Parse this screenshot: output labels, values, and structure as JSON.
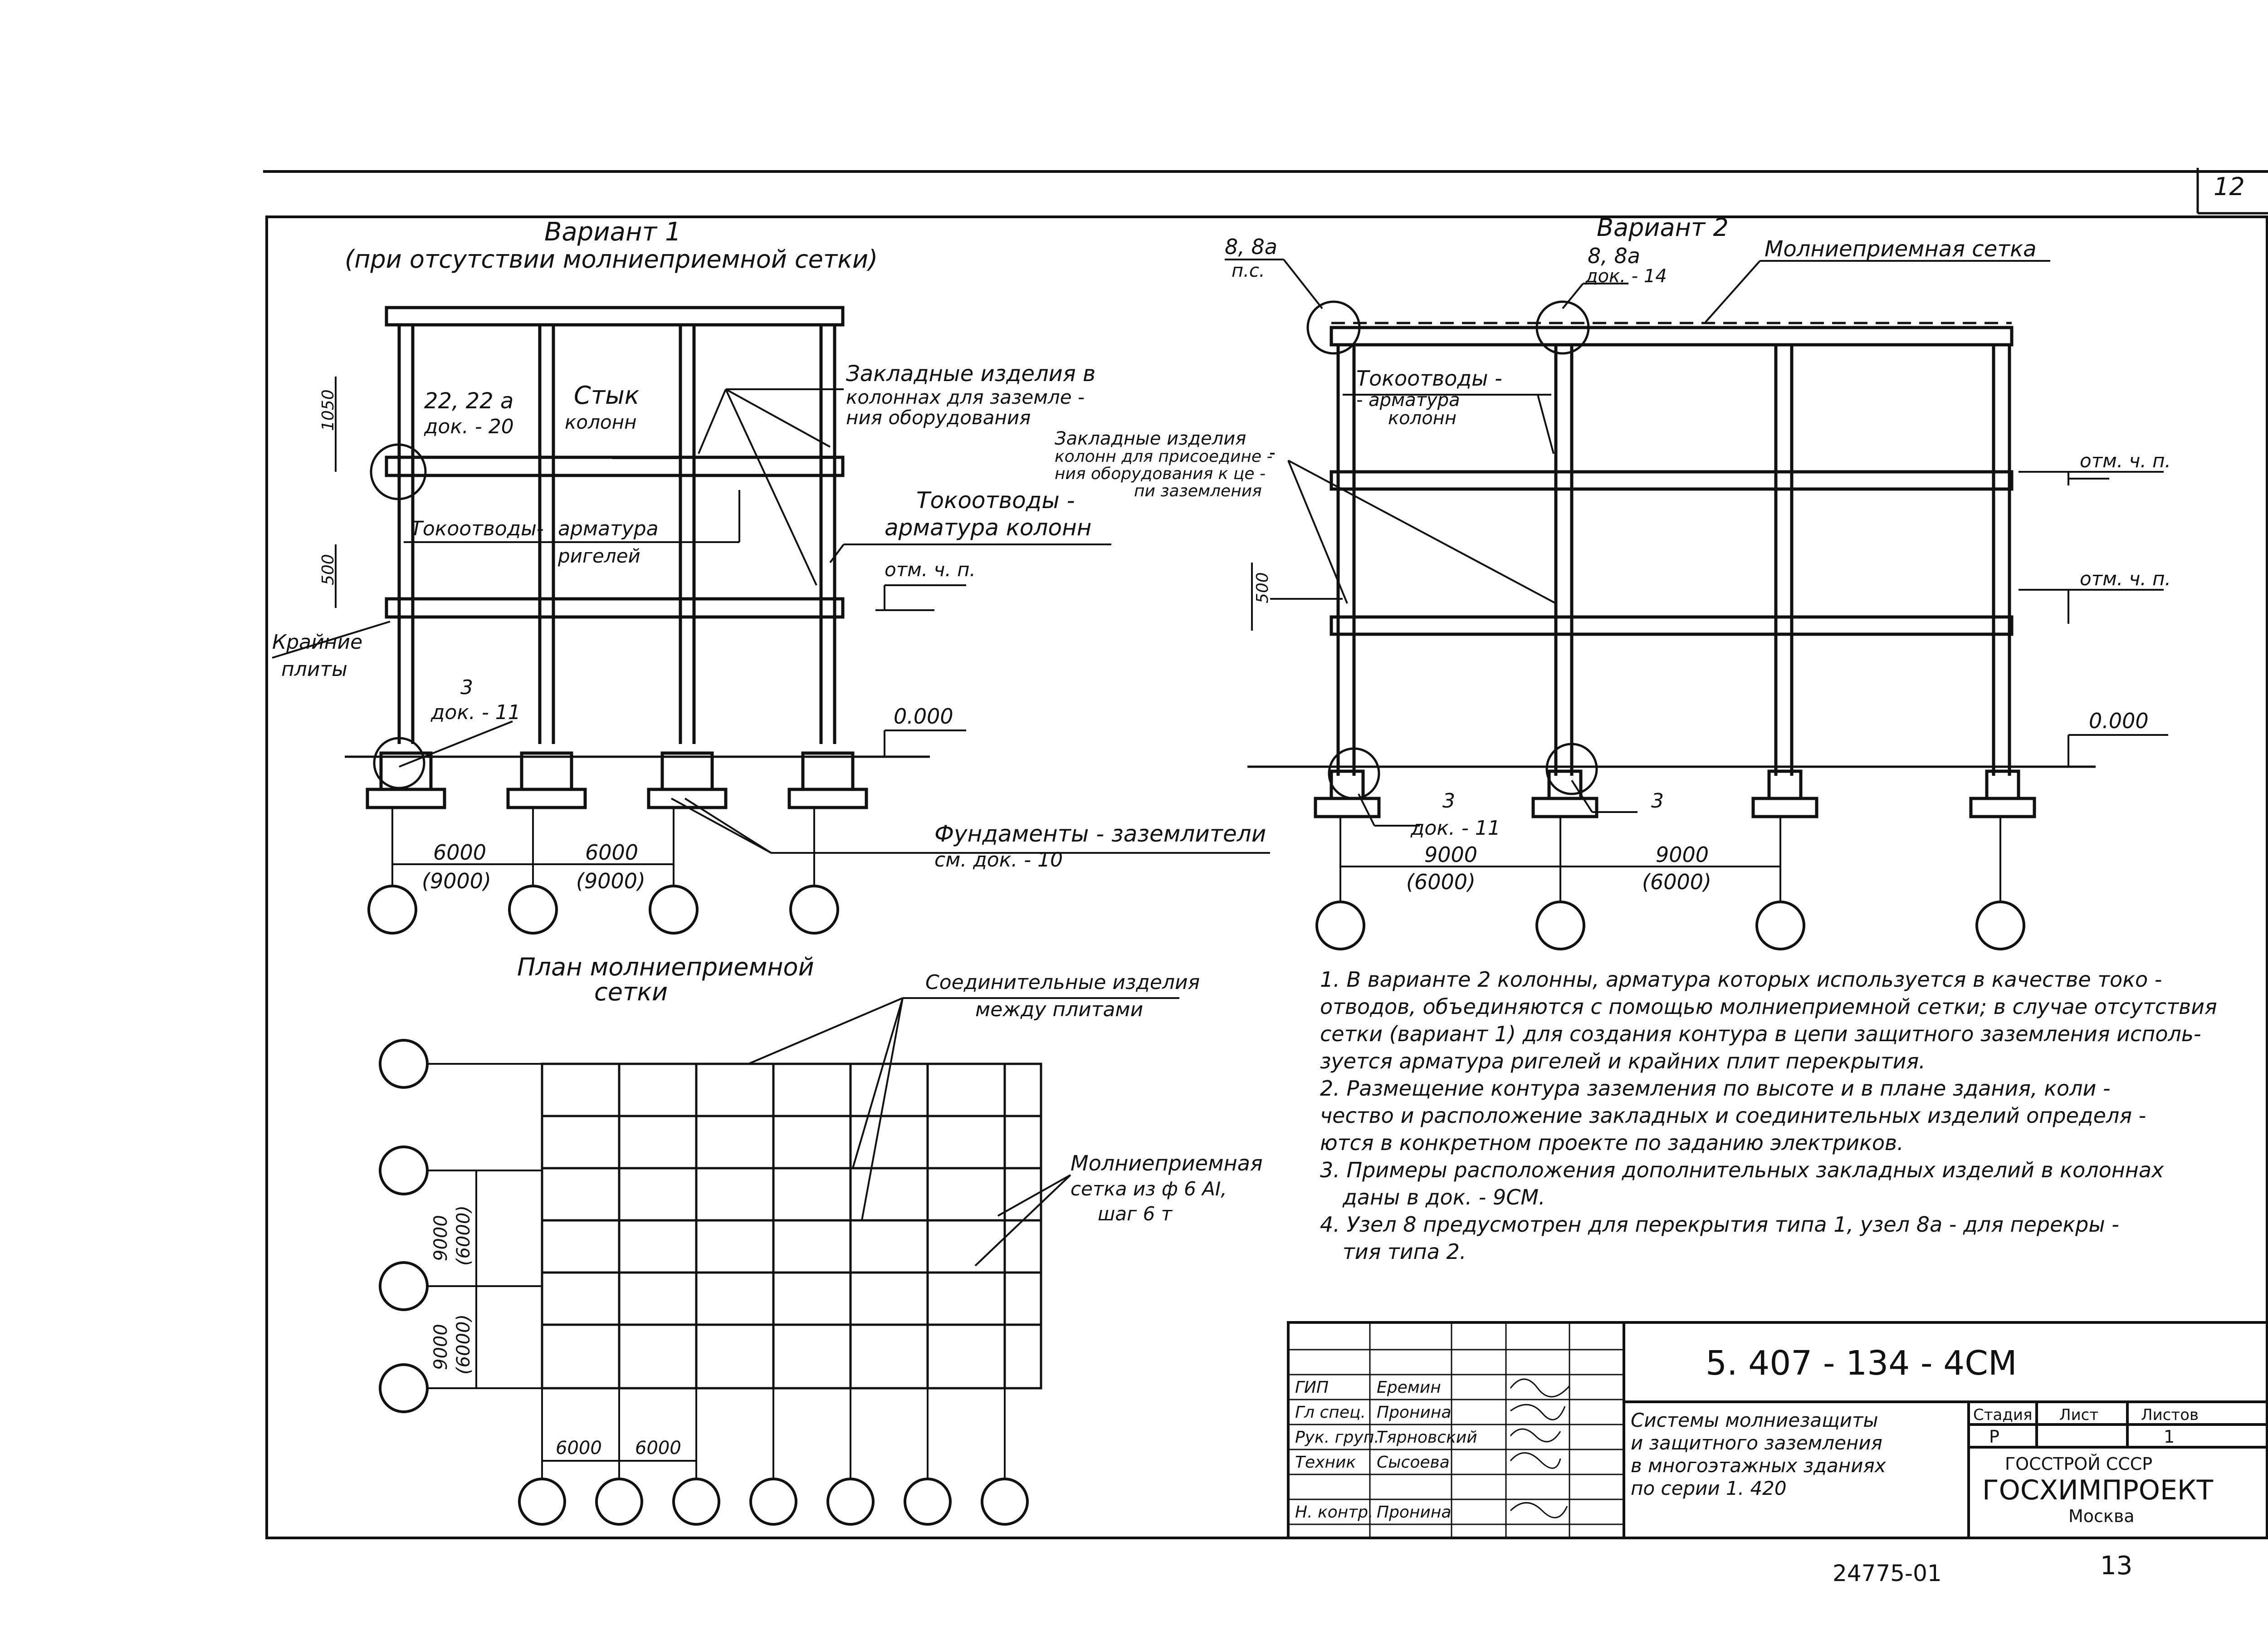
{
  "sheet": {
    "page_corner_number": "12",
    "bottom_archive_number": "24775-01",
    "bottom_page_number": "13"
  },
  "variant1": {
    "title": "Вариант 1",
    "subtitle": "(при отсутствии молниеприемной сетки)",
    "callout_22": [
      "22, 22 а",
      "док. - 20"
    ],
    "callout_joint": [
      "Стык",
      "колонн"
    ],
    "callout_embedded": [
      "Закладные изделия в",
      "колоннах для заземле -",
      "ния оборудования"
    ],
    "callout_downconductor_beams": [
      "Токоотводы-",
      "арматура",
      "ригелей"
    ],
    "callout_downconductor_cols": [
      "Токоотводы -",
      "арматура колонн"
    ],
    "callout_edge_plates": [
      "Крайние",
      "плиты"
    ],
    "callout_3": [
      "3",
      "док. - 11"
    ],
    "callout_foundations": [
      "Фундаменты - заземлители",
      "см. док. - 10"
    ],
    "level_floor": "отм. ч. п.",
    "level_zero": "0.000",
    "dim_1050": "1050",
    "dim_500": "500",
    "spans": [
      "6000",
      "6000"
    ],
    "spans_alt": [
      "(9000)",
      "(9000)"
    ]
  },
  "variant2": {
    "title": "Вариант 2",
    "callout_8_left": [
      "8, 8а",
      "п.с."
    ],
    "callout_8_right": [
      "8, 8а",
      "док. - 14"
    ],
    "callout_mesh": "Молниеприемная сетка",
    "callout_downconductor": [
      "Токоотводы -",
      "- арматура",
      "колонн"
    ],
    "callout_embedded": [
      "Закладные изделия",
      "колонн для присоедине -",
      "ния оборудования к це -",
      "пи заземления"
    ],
    "level_floor_1": "отм. ч. п.",
    "level_floor_2": "отм. ч. п.",
    "level_zero": "0.000",
    "dim_500": "500",
    "callout_3a": [
      "3",
      "док. - 11"
    ],
    "callout_3b": "3",
    "spans": [
      "9000",
      "9000"
    ],
    "spans_alt": [
      "(6000)",
      "(6000)"
    ]
  },
  "plan": {
    "title": [
      "План молниеприемной",
      "сетки"
    ],
    "callout_connectors": [
      "Соединительные изделия",
      "между плитами"
    ],
    "callout_mesh": [
      "Молниеприемная",
      "сетка из ф 6 АI,",
      "шаг 6 т"
    ],
    "dims_vertical": [
      "9000",
      "(6000)",
      "9000",
      "(6000)"
    ],
    "dims_horizontal": [
      "6000",
      "6000"
    ]
  },
  "notes": [
    "1. В варианте 2 колонны, арматура которых используется в качестве токо -",
    "отводов, объединяются с помощью молниеприемной сетки; в случае отсутствия",
    "сетки (вариант 1) для создания контура в цепи защитного заземления исполь-",
    "зуется арматура ригелей и крайних плит перекрытия.",
    "2. Размещение контура заземления по высоте и в плане здания, коли -",
    "чество и расположение закладных и соединительных изделий определя -",
    "ются в конкретном проекте по заданию электриков.",
    "3. Примеры расположения дополнительных закладных изделий в колоннах",
    "даны в док. - 9СМ.",
    "4. Узел 8 предусмотрен для перекрытия типа 1, узел 8а - для перекры -",
    "тия типа 2."
  ],
  "title_block": {
    "doc_code": "5. 407 - 134 - 4СМ",
    "roles": [
      "ГИП",
      "Гл спец.",
      "Рук. груп.",
      "Техник",
      "",
      "Н. контр."
    ],
    "names": [
      "Еремин",
      "Пронина",
      "Тярновский",
      "Сысоева",
      "",
      "Пронина"
    ],
    "title_lines": [
      "Системы молниезащиты",
      "и защитного заземления",
      "в многоэтажных зданиях",
      "по серии 1. 420"
    ],
    "stage_header": "Стадия",
    "sheet_header": "Лист",
    "sheets_header": "Листов",
    "stage": "Р",
    "sheet": "1",
    "org": [
      "ГОССТРОЙ СССР",
      "ГОСХИМПРОЕКТ",
      "Москва"
    ]
  }
}
